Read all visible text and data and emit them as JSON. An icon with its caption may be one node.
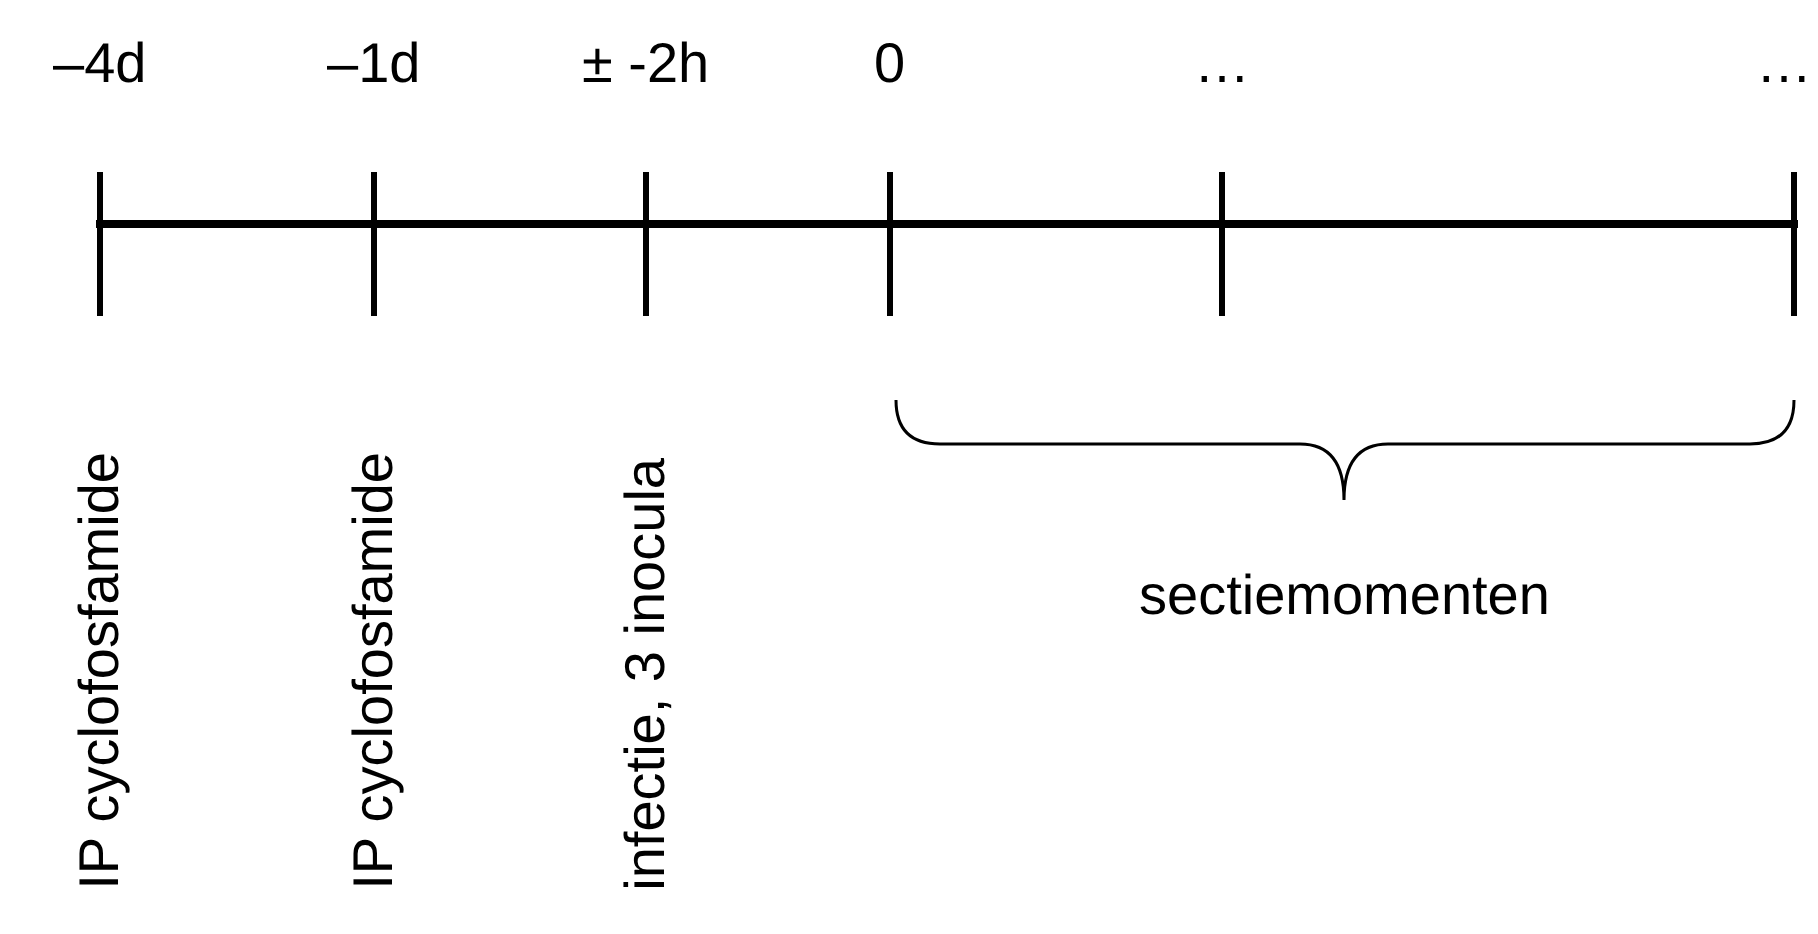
{
  "diagram": {
    "labels": [
      "–4d",
      "–1d",
      "± -2h",
      "0",
      "…",
      "…",
      "IP cyclofosfamide",
      "IP cyclofosfamide",
      "infectie, 3 inocula",
      "sectiemomenten"
    ]
  }
}
